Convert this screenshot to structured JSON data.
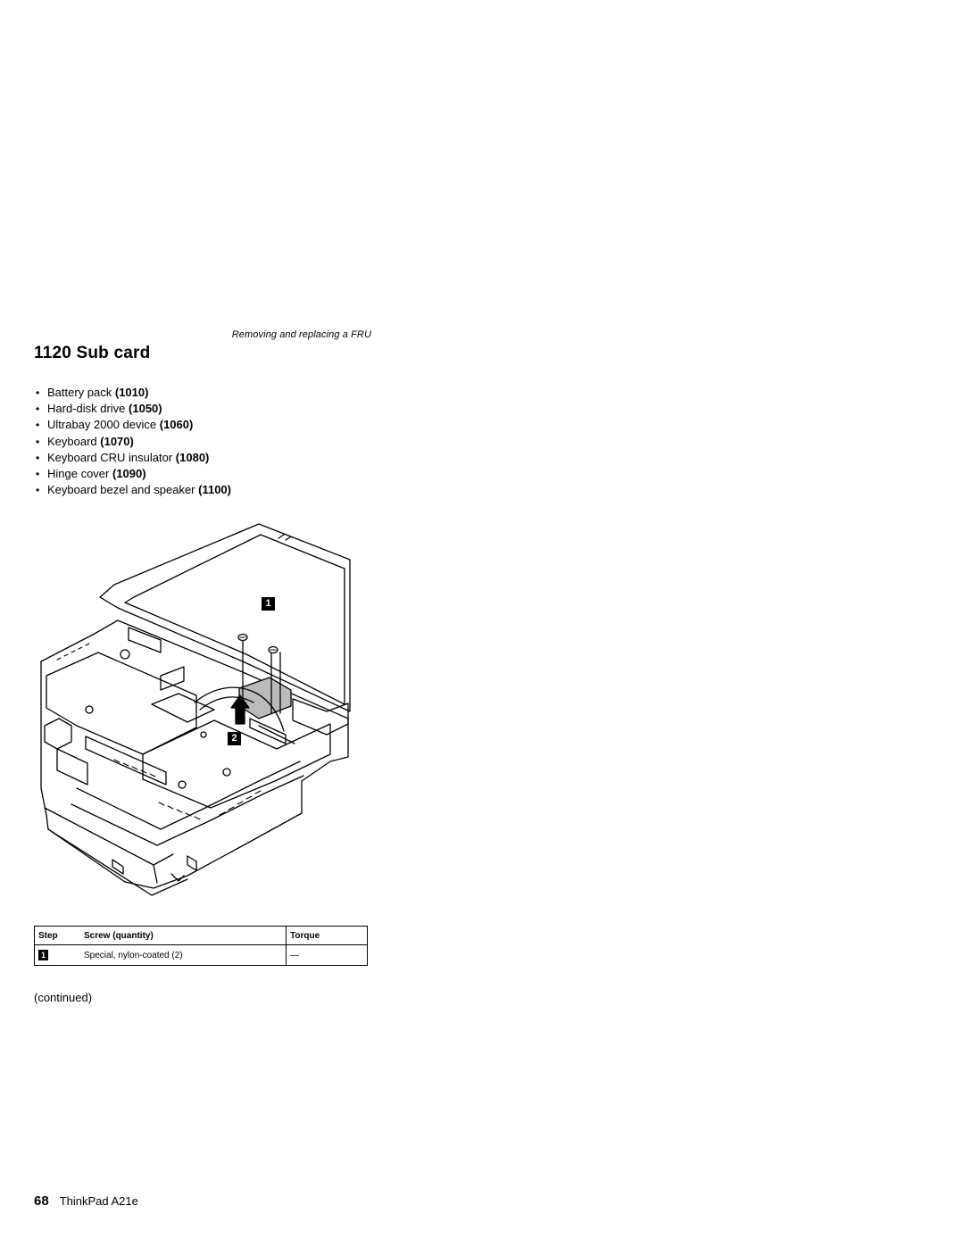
{
  "header": {
    "running_head": "Removing and replacing a FRU"
  },
  "section": {
    "title": "1120 Sub card"
  },
  "prerequisites": [
    {
      "text": "Battery pack ",
      "ref": "(1010)"
    },
    {
      "text": "Hard-disk drive ",
      "ref": "(1050)"
    },
    {
      "text": "Ultrabay 2000 device ",
      "ref": "(1060)"
    },
    {
      "text": "Keyboard ",
      "ref": "(1070)"
    },
    {
      "text": "Keyboard CRU insulator ",
      "ref": "(1080)"
    },
    {
      "text": "Hinge cover ",
      "ref": "(1090)"
    },
    {
      "text": "Keyboard bezel and speaker ",
      "ref": "(1100)"
    }
  ],
  "figure": {
    "callouts": [
      "1",
      "2"
    ]
  },
  "screw_table": {
    "headers": {
      "step": "Step",
      "screw": "Screw (quantity)",
      "torque": "Torque"
    },
    "rows": [
      {
        "step": "1",
        "screw": "Special, nylon-coated (2)",
        "torque": "—"
      }
    ]
  },
  "continued": "continued)",
  "continued_full": "(continued)",
  "footer": {
    "page_number": "68",
    "product": "ThinkPad A21e"
  }
}
